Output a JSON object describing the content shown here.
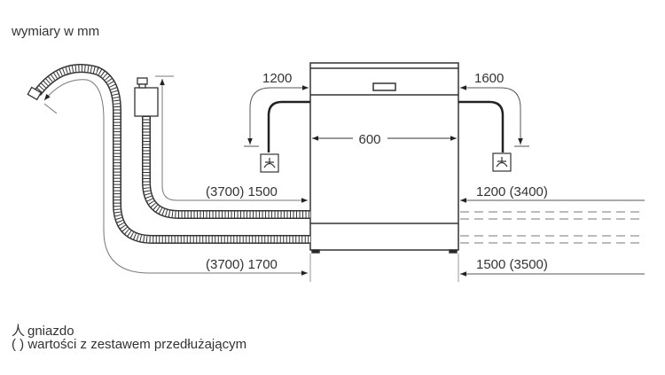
{
  "title": "wymiary w mm",
  "dimensions": {
    "width": "600",
    "left_power_cord": "1200",
    "right_power_cord": "1600",
    "inlet_left": "(3700) 1500",
    "drain_left": "(3700) 1700",
    "inlet_right": "1200 (3400)",
    "drain_right": "1500 (3500)"
  },
  "legend": {
    "socket_symbol": "⼈",
    "socket_label": "gniazdo",
    "brackets_symbol": "( )",
    "brackets_label": "wartości z zestawem przedłużającym"
  }
}
